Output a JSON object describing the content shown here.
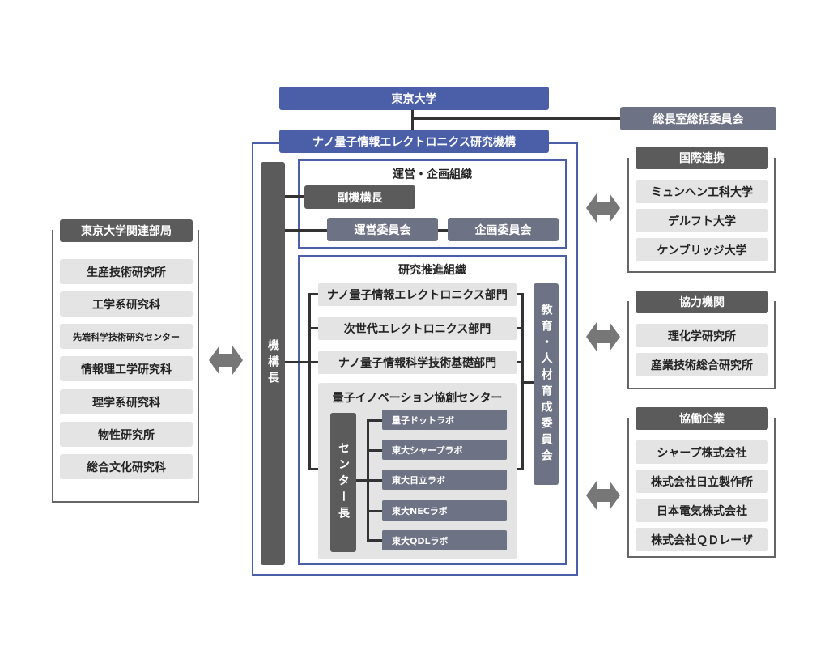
{
  "top": {
    "utokyo": "東京大学",
    "president_committee": "総長室総括委員会",
    "institute": "ナノ量子情報エレクトロニクス研究機構"
  },
  "director": "機構長",
  "management": {
    "title": "運営・企画組織",
    "vice_director": "副機構長",
    "operations_committee": "運営委員会",
    "planning_committee": "企画委員会"
  },
  "research": {
    "title": "研究推進組織",
    "divisions": [
      "ナノ量子情報エレクトロニクス部門",
      "次世代エレクトロニクス部門",
      "ナノ量子情報科学技術基礎部門"
    ],
    "education_committee": "教育・人材育成委員会",
    "innovation_center": {
      "title": "量子イノベーション協創センター",
      "center_head": "センター長",
      "labs": [
        "量子ドットラボ",
        "東大シャープラボ",
        "東大日立ラボ",
        "東大NECラボ",
        "東大QDLラボ"
      ]
    }
  },
  "related": {
    "title": "東京大学関連部局",
    "items": [
      "生産技術研究所",
      "工学系研究科",
      "先端科学技術研究センター",
      "情報理工学研究科",
      "理学系研究科",
      "物性研究所",
      "総合文化研究科"
    ]
  },
  "international": {
    "title": "国際連携",
    "items": [
      "ミュンヘン工科大学",
      "デルフト大学",
      "ケンブリッジ大学"
    ]
  },
  "cooperative": {
    "title": "協力機関",
    "items": [
      "理化学研究所",
      "産業技術総合研究所"
    ]
  },
  "companies": {
    "title": "協働企業",
    "items": [
      "シャープ株式会社",
      "株式会社日立製作所",
      "日本電気株式会社",
      "株式会社ＱＤレーザ"
    ]
  },
  "colors": {
    "blue": "#4a5fa8",
    "dark": "#5b5b5b",
    "slate": "#6d7284",
    "light": "#e4e4e4"
  },
  "icons": {
    "arrow": "double-arrow-icon"
  }
}
